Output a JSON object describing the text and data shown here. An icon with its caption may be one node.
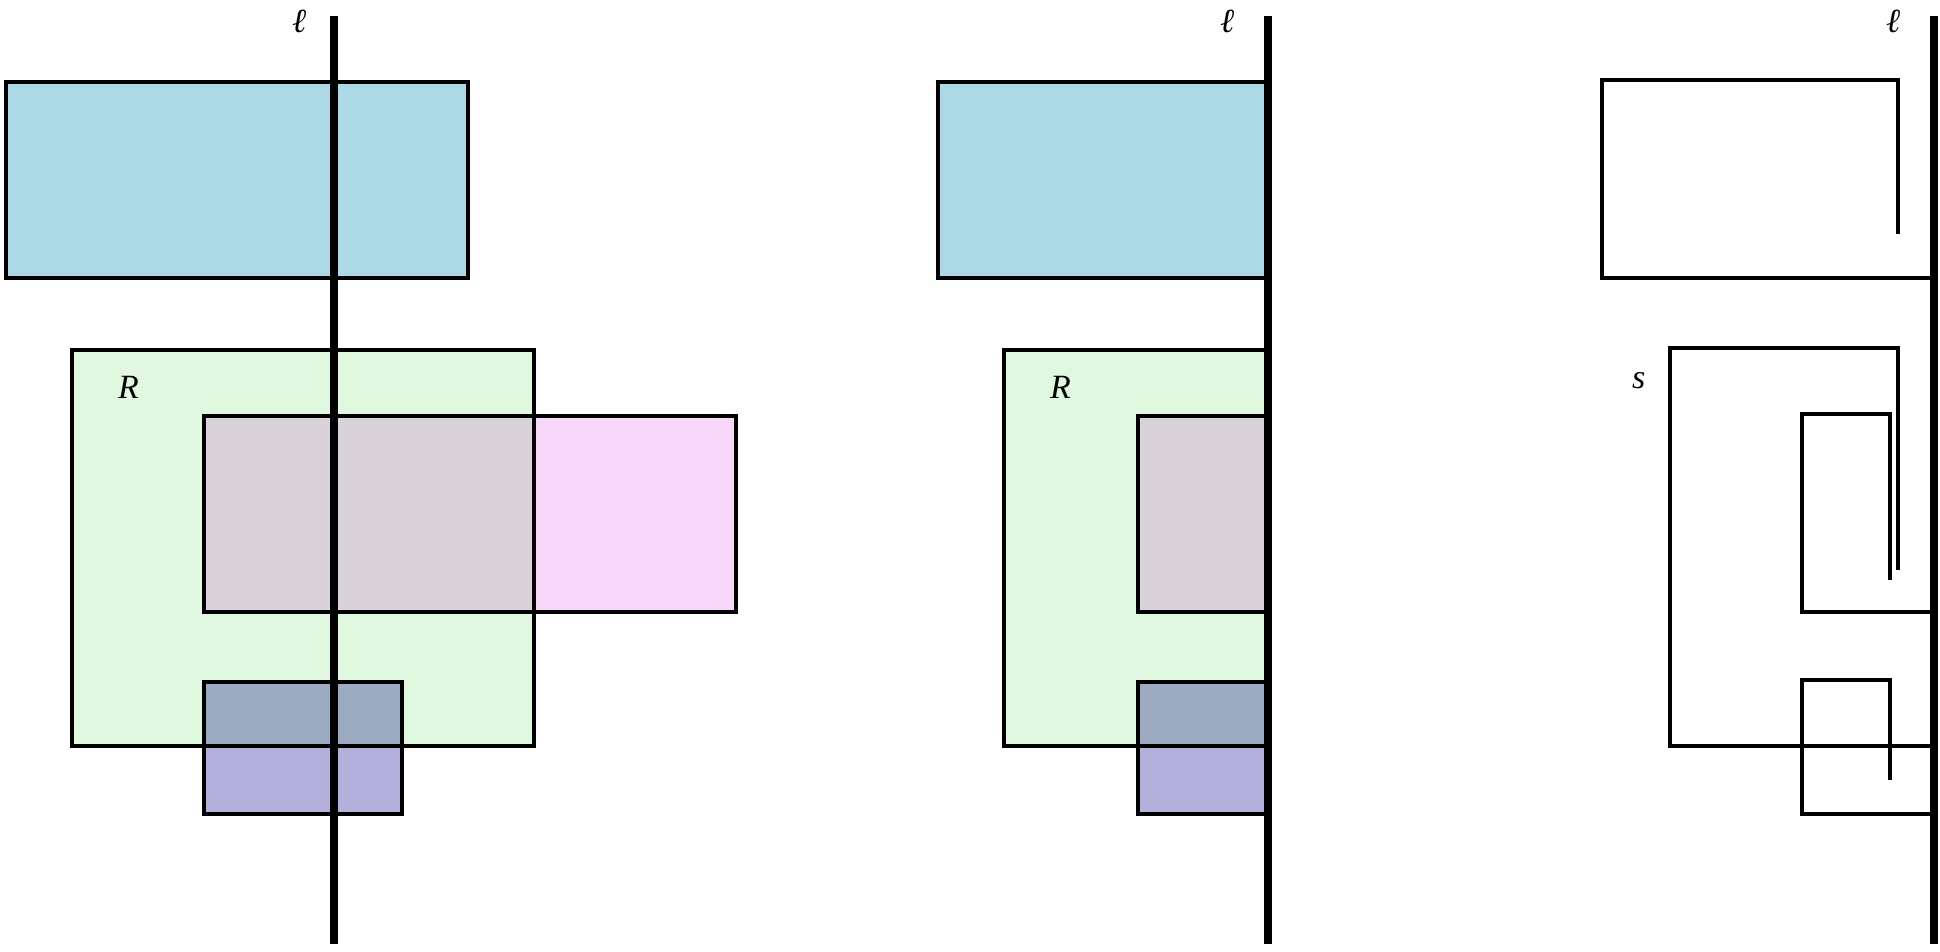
{
  "diagram": {
    "nodes": [
      {
        "text": [],
        "shape": "box"
      },
      {
        "text": [
          "R"
        ]
      },
      {
        "text": [],
        "shape": "box"
      },
      {
        "text": [],
        "shape": "box"
      },
      {
        "text": [],
        "shape": "box"
      },
      {
        "text": [
          "R"
        ]
      },
      {
        "text": [],
        "shape": "box",
        "in": 5
      },
      {
        "text": [],
        "shape": "box"
      }
    ],
    "labels": [
      "ℓ",
      "ℓ",
      "ℓ",
      "s"
    ]
  }
}
